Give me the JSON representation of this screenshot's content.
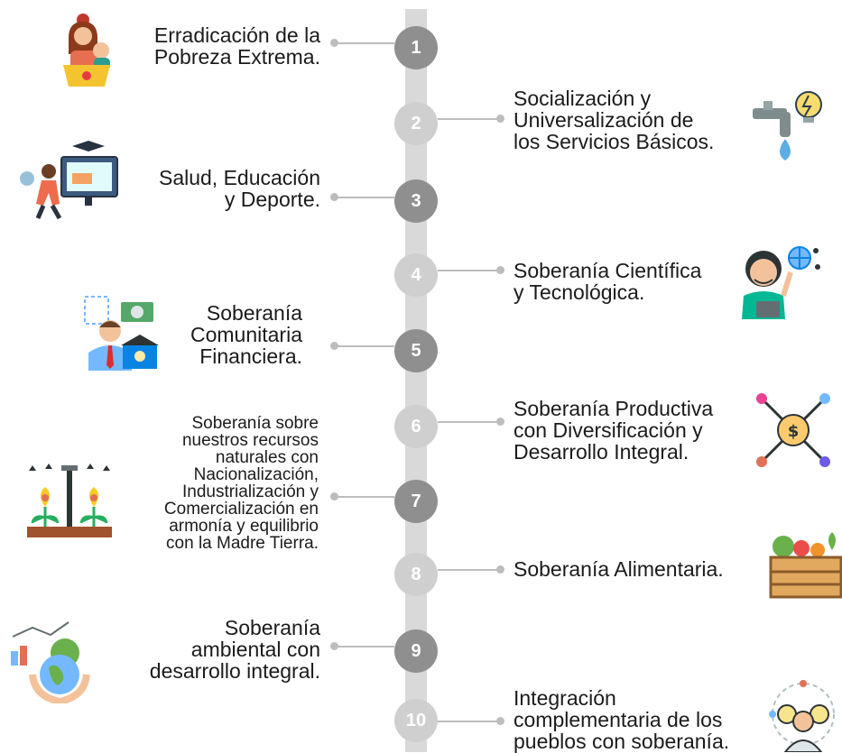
{
  "items": [
    {
      "num": "1",
      "text": "Erradicación de la\nPobreza Extrema."
    },
    {
      "num": "2",
      "text": "Socialización y\nUniversalización de\nlos Servicios Básicos."
    },
    {
      "num": "3",
      "text": "Salud, Educación\ny Deporte."
    },
    {
      "num": "4",
      "text": "Soberanía Científica\ny Tecnológica."
    },
    {
      "num": "5",
      "text": "Soberanía\nComunitaria\nFinanciera."
    },
    {
      "num": "6",
      "text": "Soberanía Productiva\ncon Diversificación y\nDesarrollo Integral."
    },
    {
      "num": "7",
      "text": "Soberanía sobre\nnuestros recursos\nnaturales con\nNacionalización,\nIndustrialización y\nComercialización en\narmonía y equilibrio\ncon la Madre Tierra."
    },
    {
      "num": "8",
      "text": "Soberanía Alimentaria."
    },
    {
      "num": "9",
      "text": "Soberanía\nambiental con\ndesarrollo integral."
    },
    {
      "num": "10",
      "text": "Integración\ncomplementaria de los\npueblos con soberanía."
    }
  ],
  "icons": [
    "mother-child-icon",
    "faucet-lightbulb-icon",
    "student-computer-icon",
    "scientist-globe-icon",
    "banker-money-icon",
    "dollar-arrows-icon",
    "irrigation-plants-icon",
    "vegetable-crate-icon",
    "earth-hands-icon",
    "community-people-icon"
  ]
}
